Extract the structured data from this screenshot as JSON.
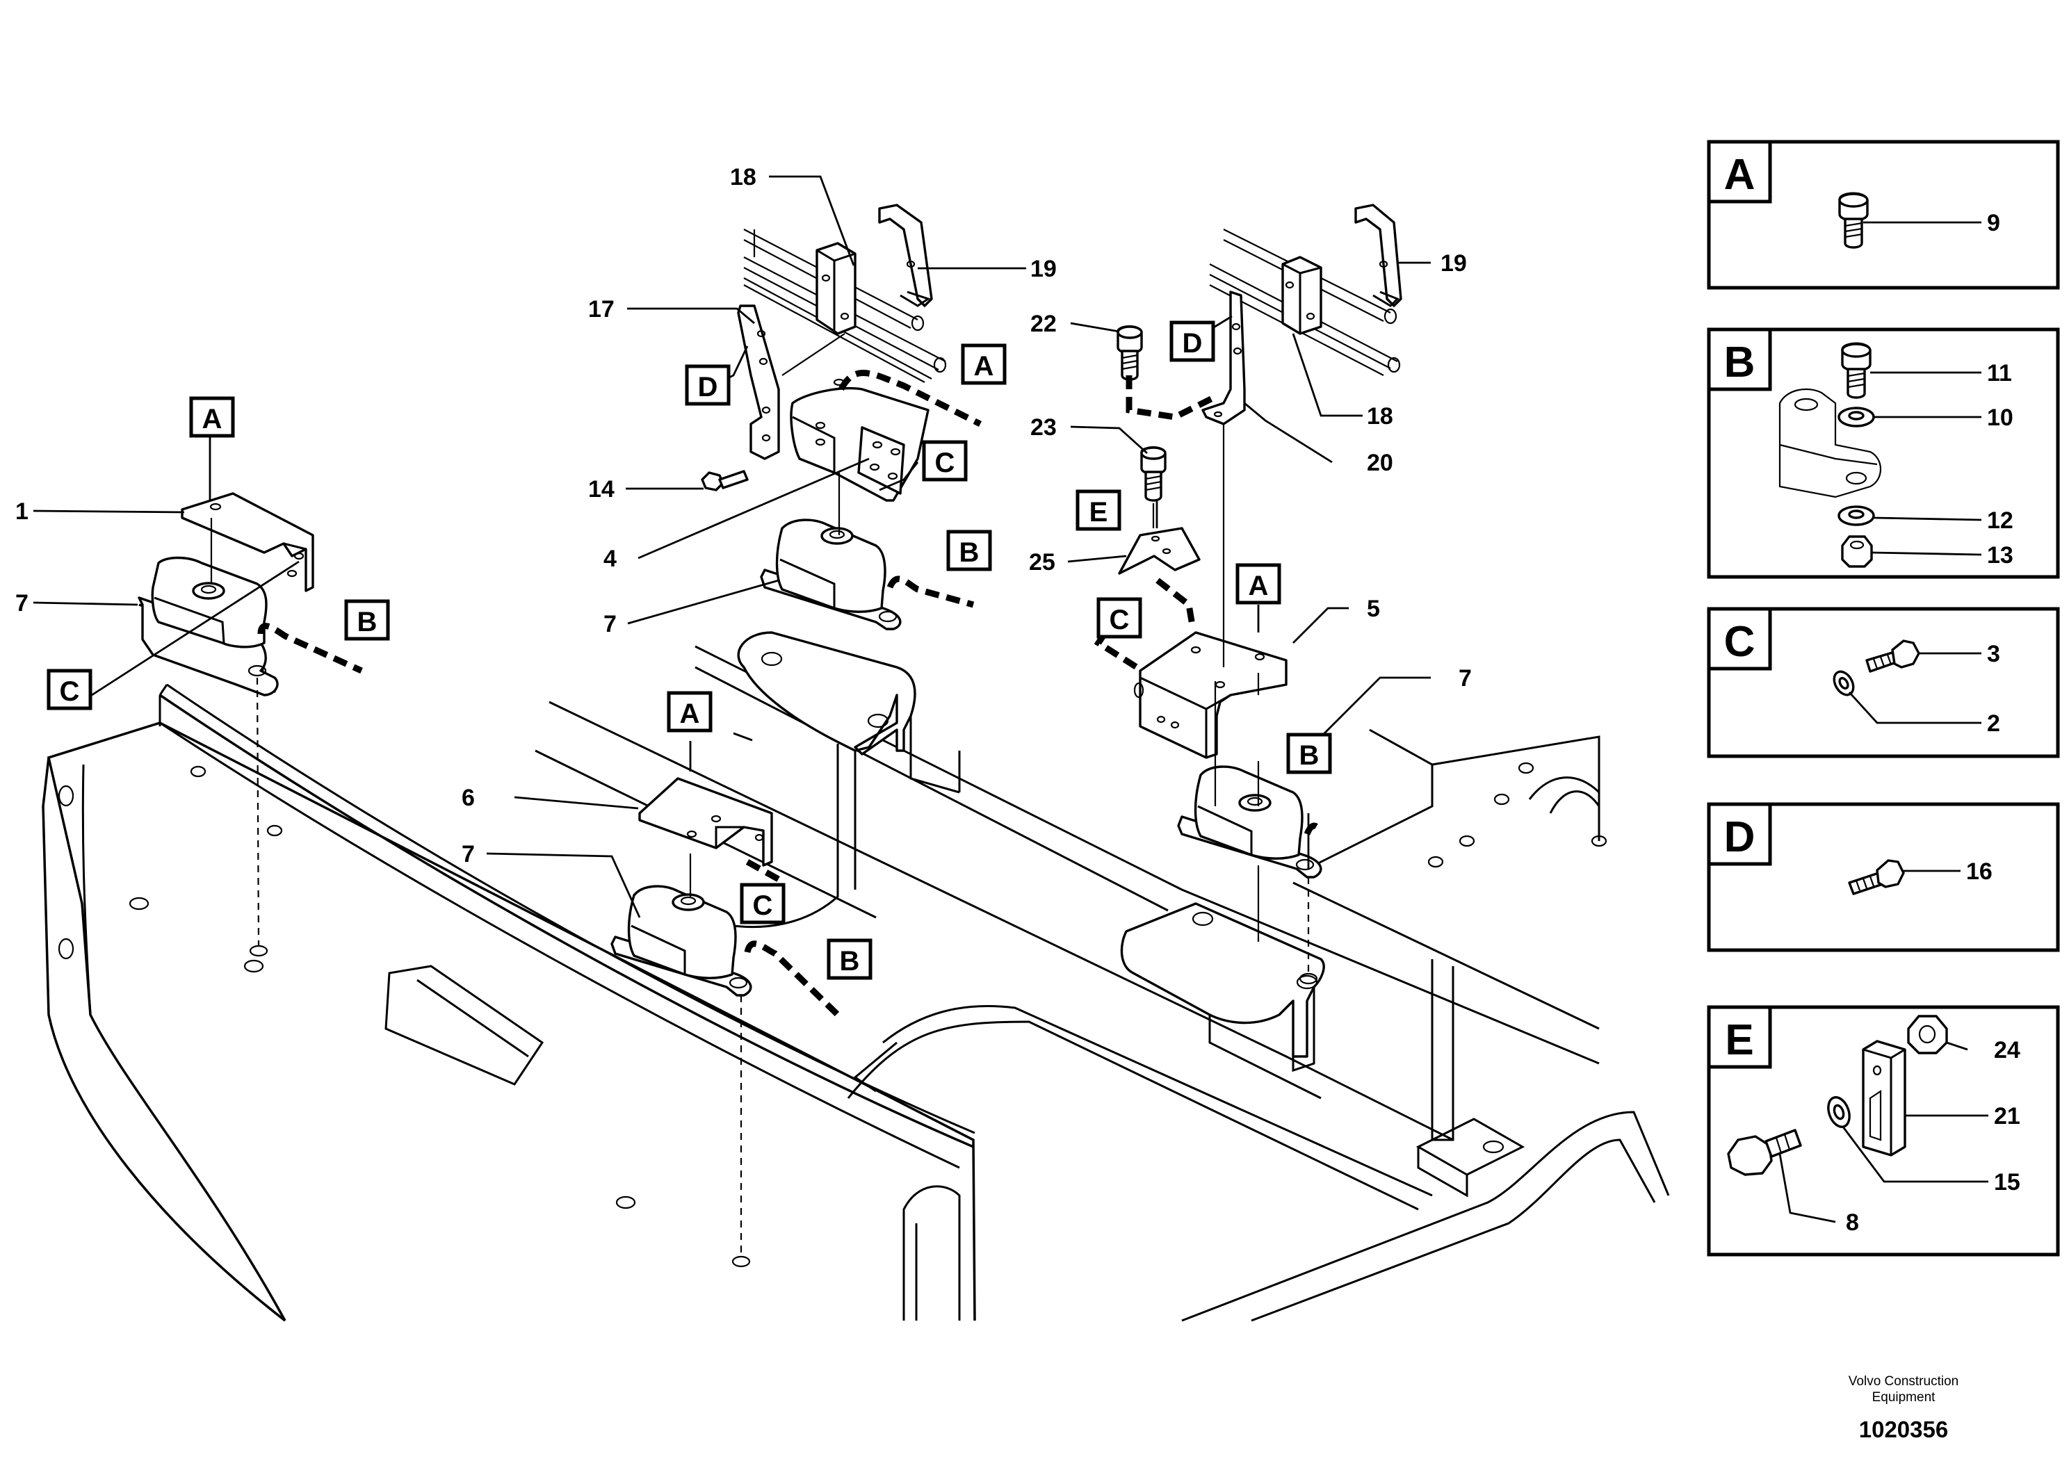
{
  "callouts": {
    "c1": "1",
    "c4": "4",
    "c5": "5",
    "c6": "6",
    "c7a": "7",
    "c7b": "7",
    "c7c": "7",
    "c7d": "7",
    "c14": "14",
    "c17": "17",
    "c18a": "18",
    "c18b": "18",
    "c19a": "19",
    "c19b": "19",
    "c20": "20",
    "c22": "22",
    "c23": "23",
    "c25": "25"
  },
  "letter_tags": {
    "A": "A",
    "B": "B",
    "C": "C",
    "D": "D",
    "E": "E"
  },
  "panels": [
    {
      "letter": "A",
      "parts": [
        "9"
      ]
    },
    {
      "letter": "B",
      "parts": [
        "11",
        "10",
        "12",
        "13"
      ]
    },
    {
      "letter": "C",
      "parts": [
        "3",
        "2"
      ]
    },
    {
      "letter": "D",
      "parts": [
        "16"
      ]
    },
    {
      "letter": "E",
      "parts": [
        "24",
        "21",
        "15",
        "8"
      ]
    }
  ],
  "footer": {
    "company_line1": "Volvo Construction",
    "company_line2": "Equipment",
    "drawing_number": "1020356"
  }
}
